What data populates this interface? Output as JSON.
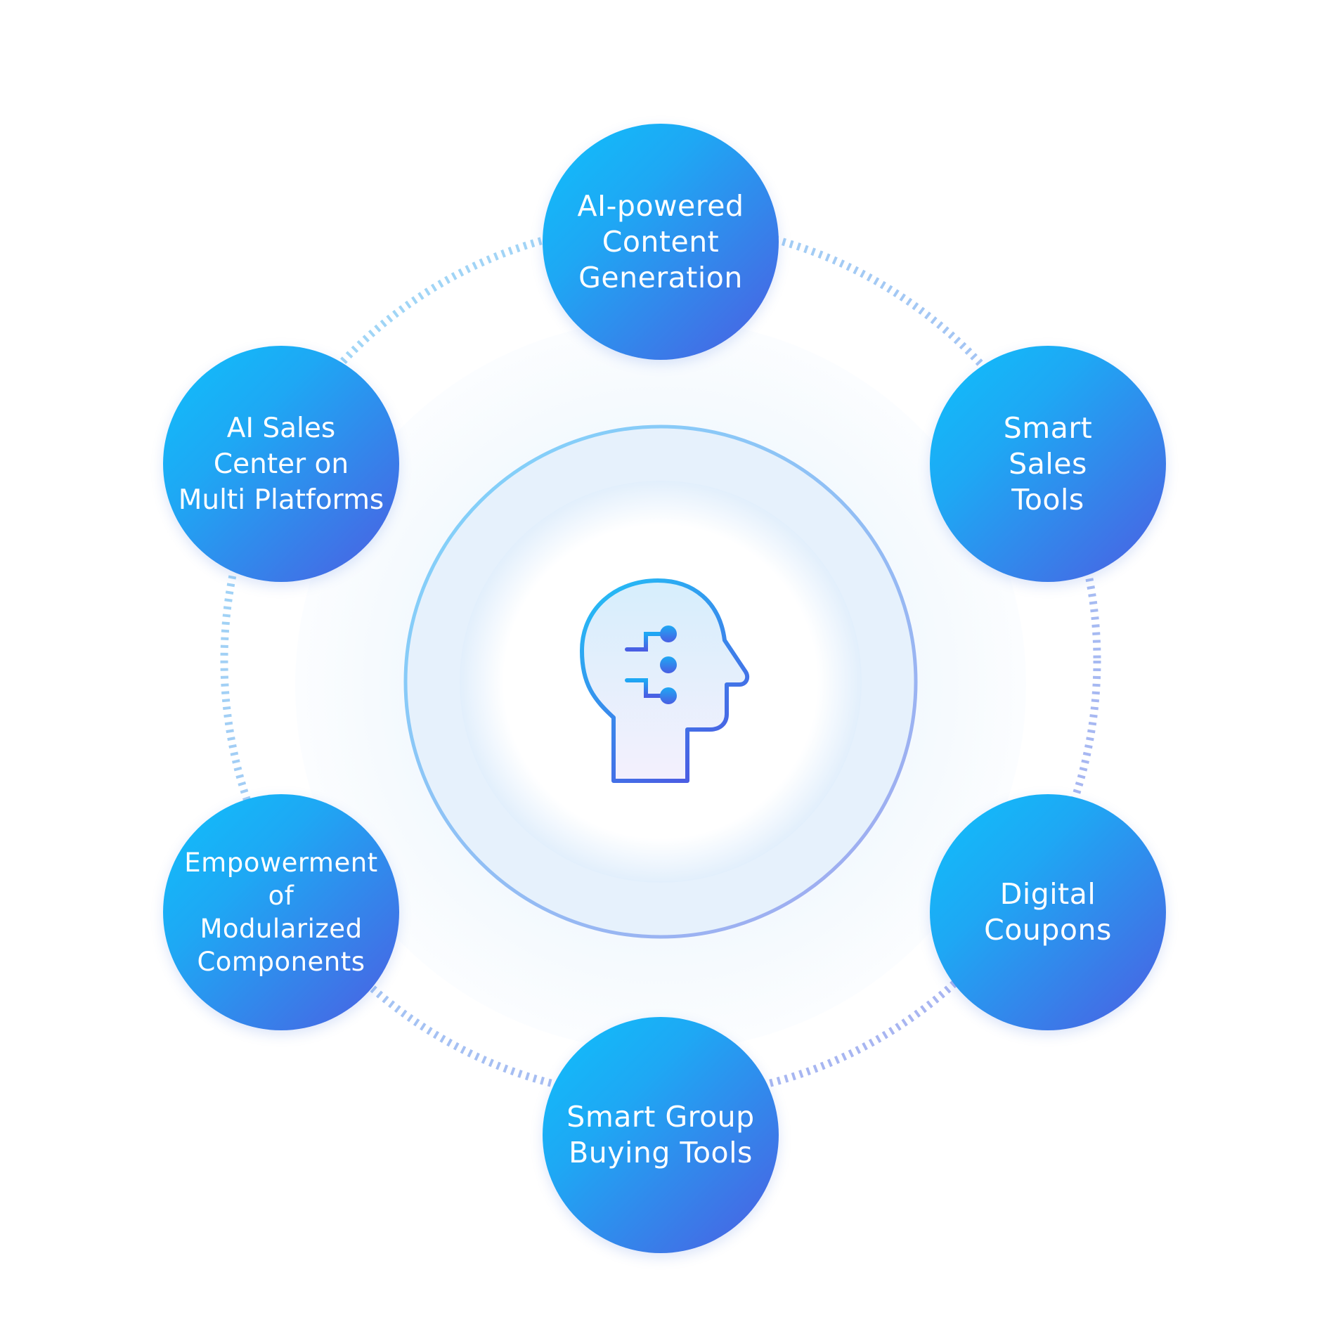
{
  "diagram": {
    "center_icon": "ai-head-circuit-icon",
    "colors": {
      "node_gradient_start": "#0fc0fb",
      "node_gradient_end": "#4d5de3",
      "ring_start": "#7fd6fb",
      "ring_end": "#a3a8ef",
      "dotted_ring": "#a9c6f2"
    },
    "nodes": [
      {
        "id": "top",
        "label": "AI-powered\nContent\nGeneration"
      },
      {
        "id": "top-right",
        "label": "Smart\nSales\nTools"
      },
      {
        "id": "bottom-right",
        "label": "Digital\nCoupons"
      },
      {
        "id": "bottom",
        "label": "Smart Group\nBuying Tools"
      },
      {
        "id": "bottom-left",
        "label": "Empowerment\nof\nModularized\nComponents"
      },
      {
        "id": "top-left",
        "label": "AI Sales\nCenter on\nMulti Platforms"
      }
    ]
  }
}
